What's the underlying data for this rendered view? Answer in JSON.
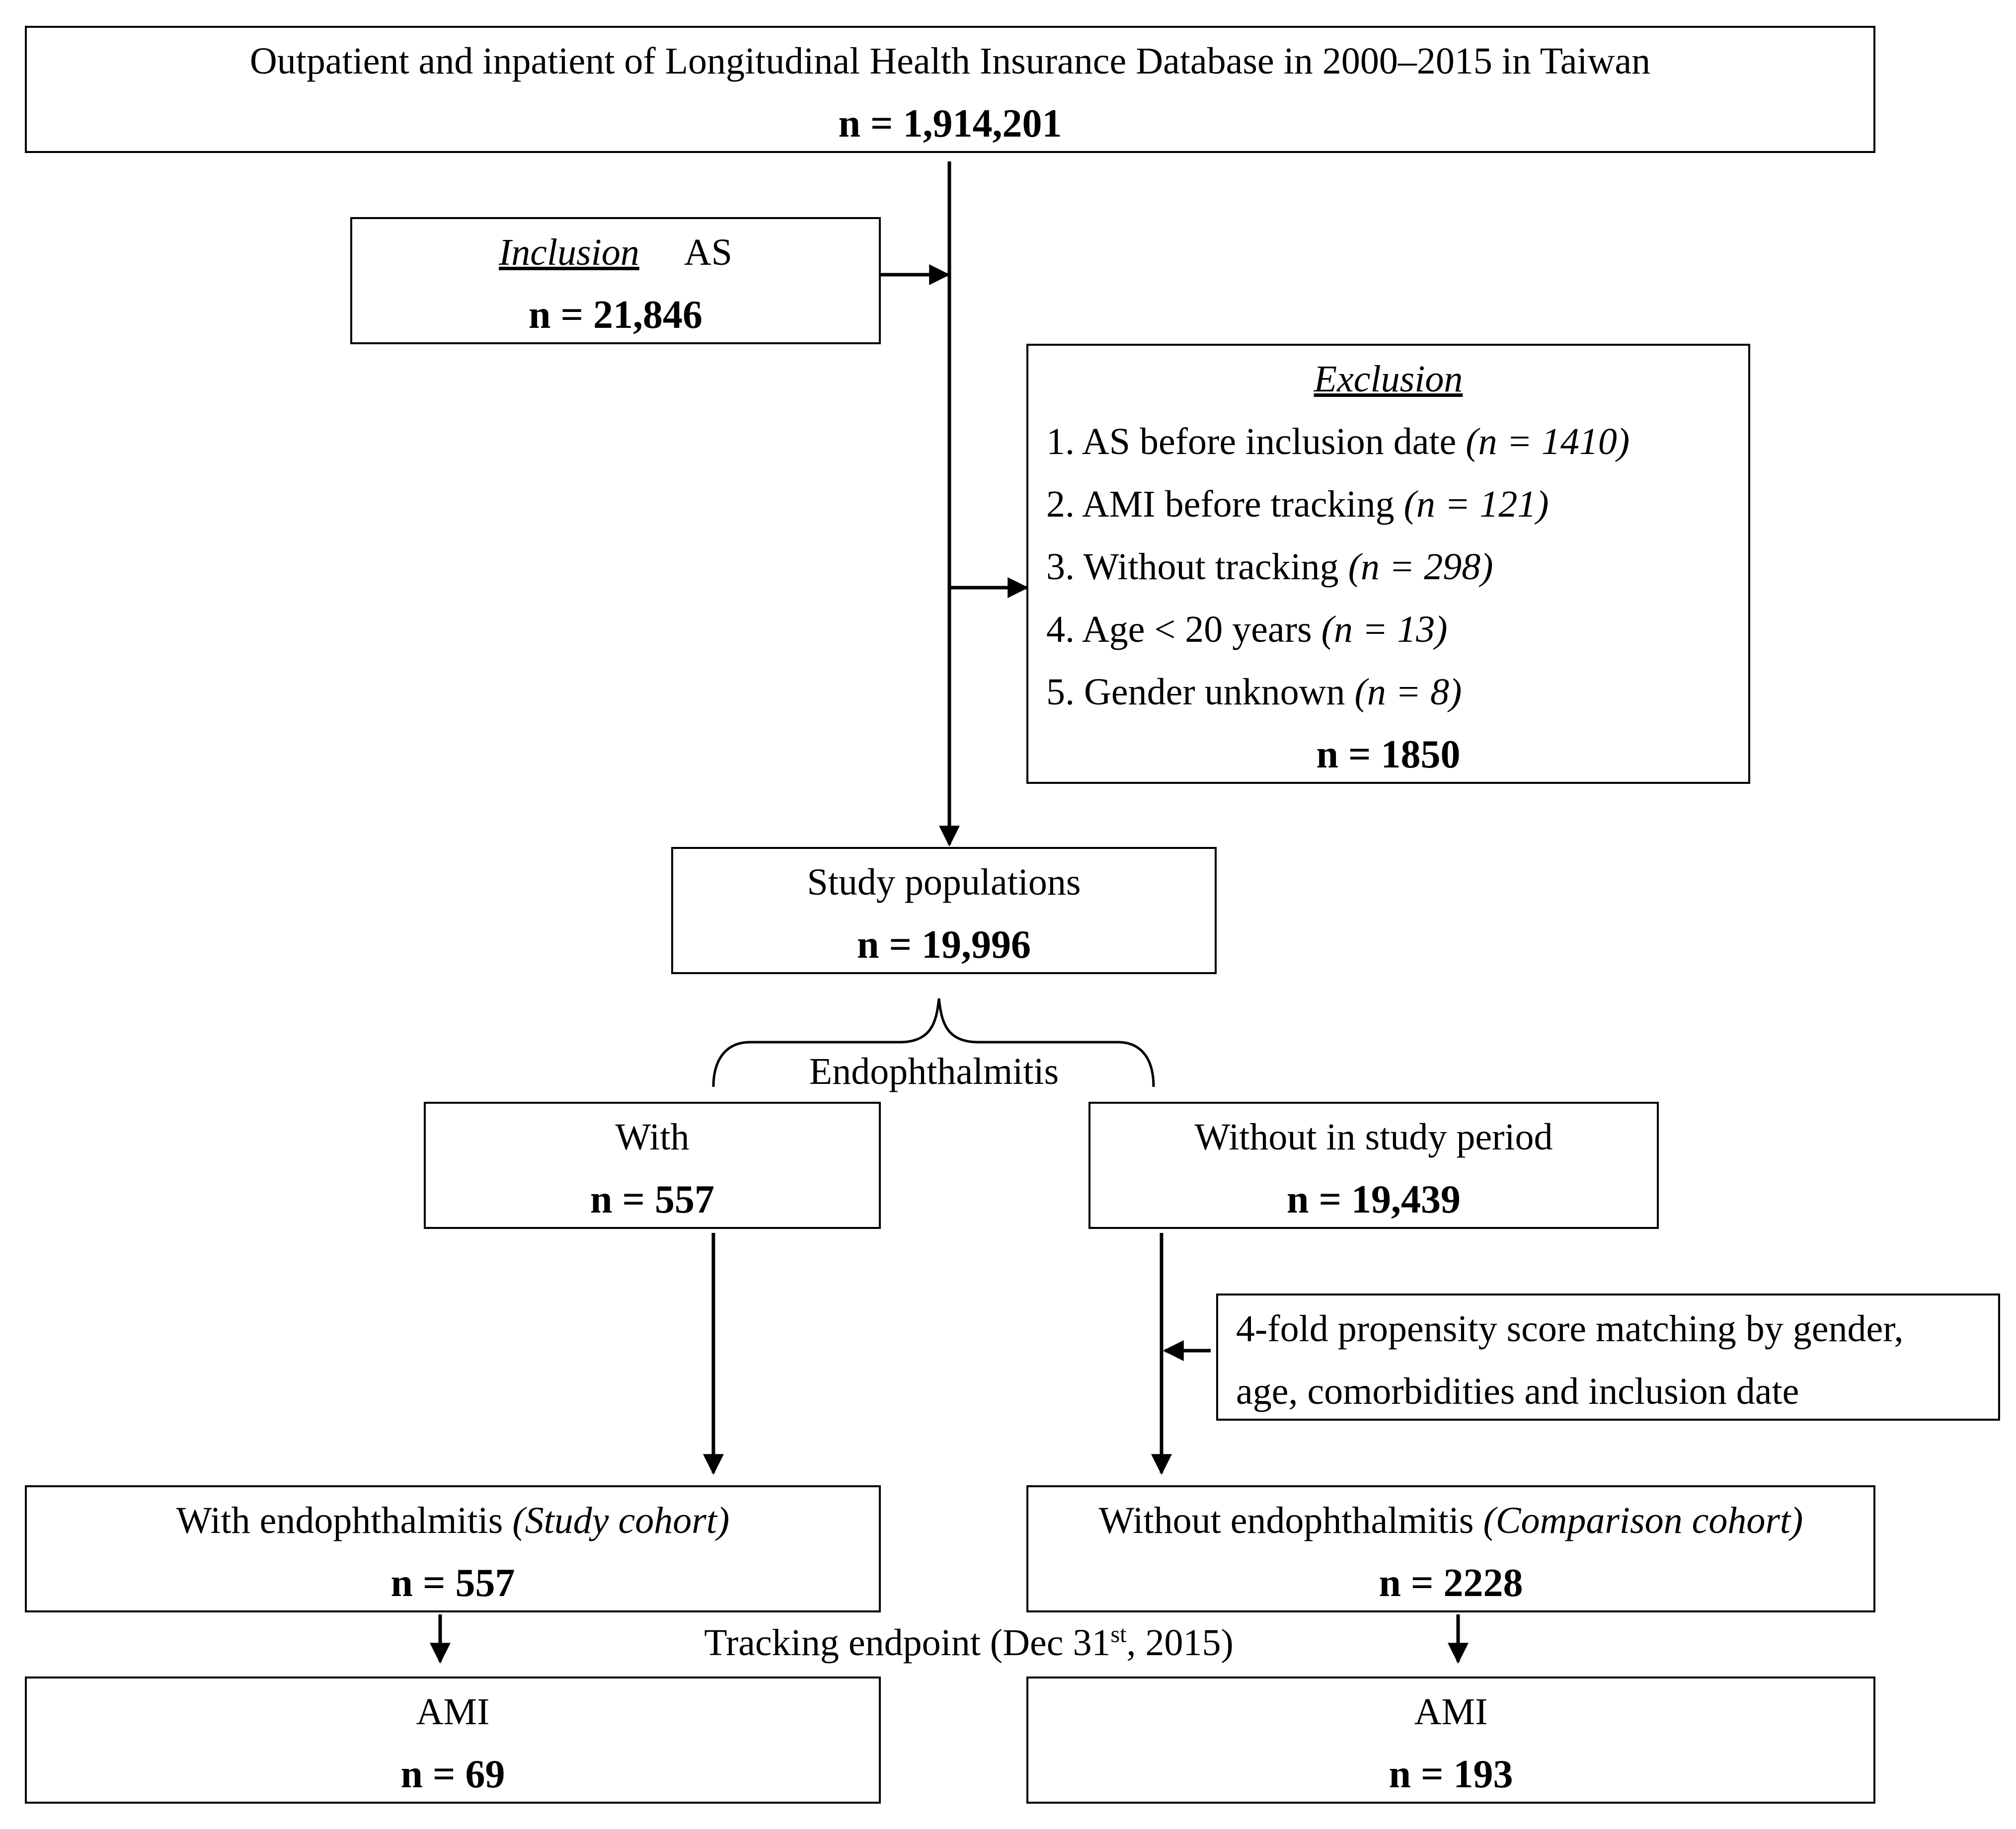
{
  "source": {
    "title": "Outpatient and inpatient of Longitudinal Health Insurance Database in 2000–2015 in Taiwan",
    "count": "n = 1,914,201"
  },
  "inclusion": {
    "label": "Inclusion",
    "criterion": "AS",
    "count": "n = 21,846"
  },
  "exclusion": {
    "label": "Exclusion",
    "items": [
      {
        "num": "1.",
        "text": "AS before inclusion date",
        "n": "(n = 1410)"
      },
      {
        "num": "2.",
        "text": "AMI before tracking",
        "n": "(n = 121)"
      },
      {
        "num": "3.",
        "text": "Without tracking",
        "n": "(n = 298)"
      },
      {
        "num": "4.",
        "text": "Age < 20 years",
        "n": "(n = 13)"
      },
      {
        "num": "5.",
        "text": "Gender unknown",
        "n": "(n = 8)"
      }
    ],
    "count": "n = 1850"
  },
  "study": {
    "title": "Study populations",
    "count": "n = 19,996"
  },
  "split_label": "Endophthalmitis",
  "with_group": {
    "title": "With",
    "count": "n = 557"
  },
  "without_group": {
    "title": "Without in study period",
    "count": "n = 19,439"
  },
  "matching": {
    "line1": "4-fold propensity score matching by gender,",
    "line2": "age, comorbidities and inclusion date"
  },
  "study_cohort": {
    "title": "With endophthalmitis",
    "qualifier": "(Study cohort)",
    "count": "n = 557"
  },
  "comparison_cohort": {
    "title": "Without endophthalmitis",
    "qualifier": "(Comparison cohort)",
    "count": "n = 2228"
  },
  "tracking": {
    "prefix": "Tracking endpoint (Dec 31",
    "superscript": "st",
    "suffix": ", 2015)"
  },
  "ami_study": {
    "title": "AMI",
    "count": "n = 69"
  },
  "ami_comparison": {
    "title": "AMI",
    "count": "n = 193"
  }
}
